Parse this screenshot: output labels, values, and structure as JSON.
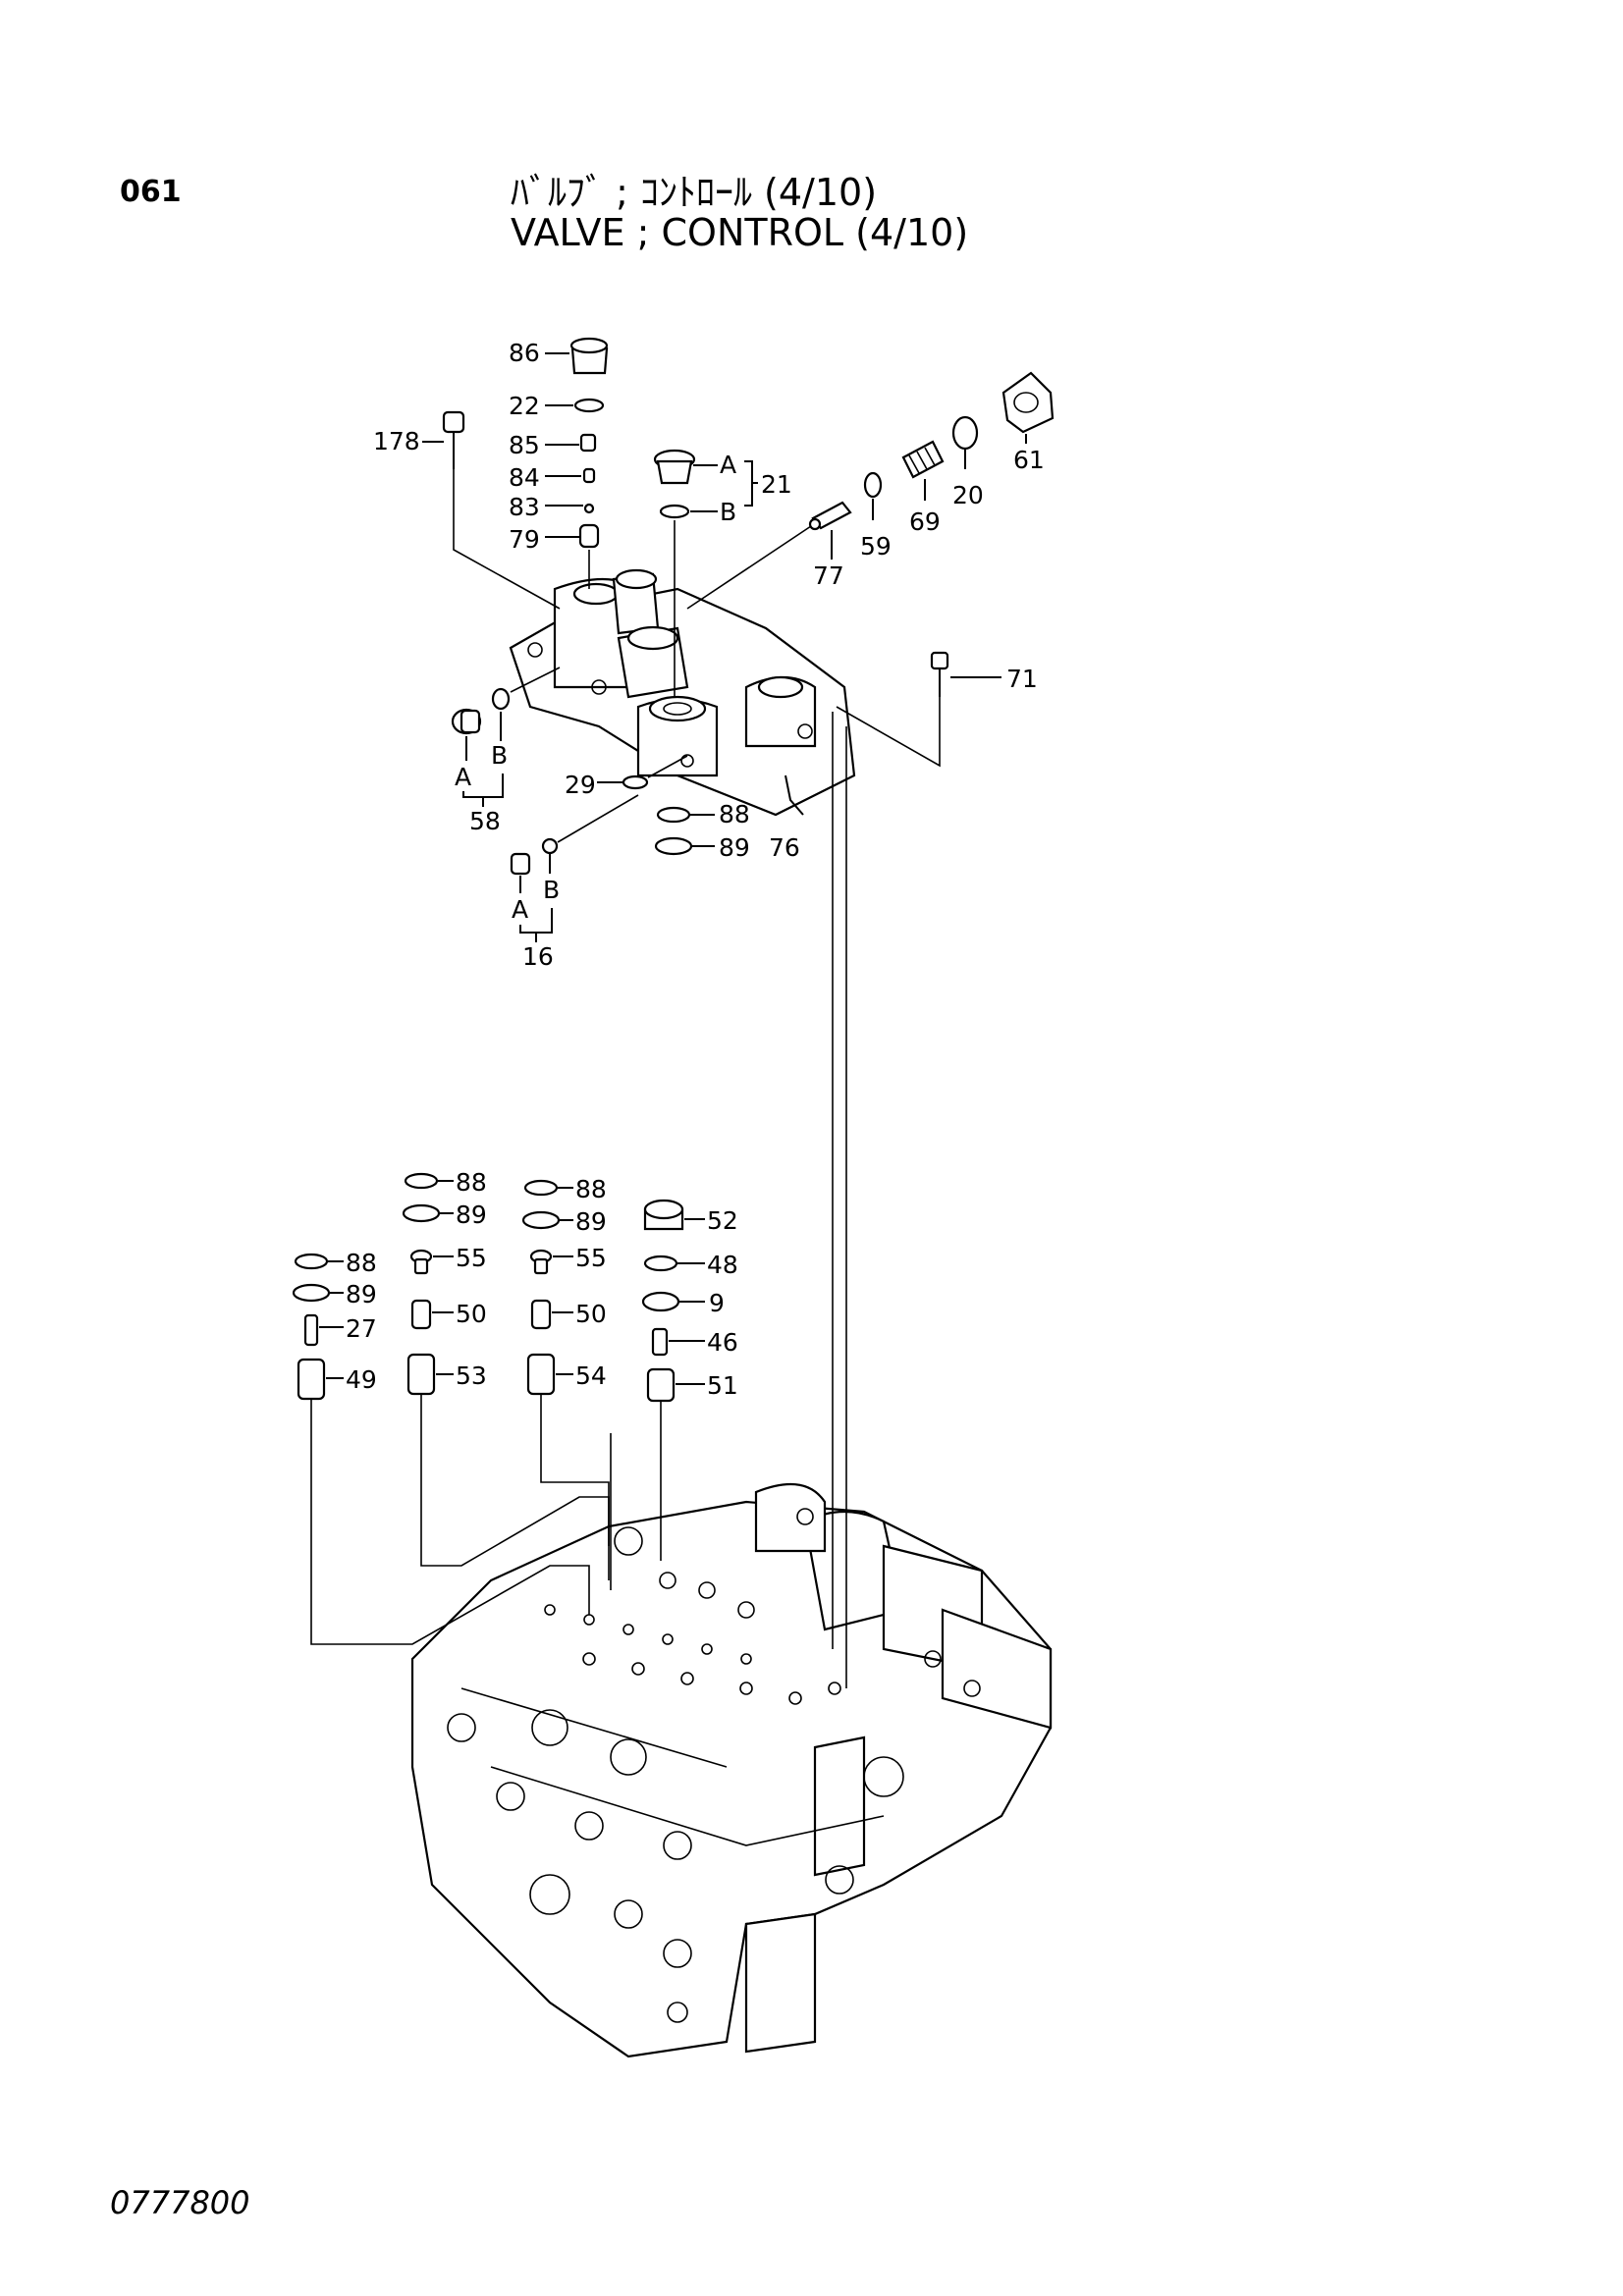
{
  "header": {
    "page_code": "061",
    "title_jp": "ﾊﾞﾙﾌﾞ ; ｺﾝﾄﾛｰﾙ (4/10)",
    "title_en": "VALVE ; CONTROL (4/10)"
  },
  "footer": {
    "drawing_number": "0777800"
  },
  "callouts": {
    "p86": "86",
    "p22": "22",
    "p178": "178",
    "p85": "85",
    "p84": "84",
    "p83": "83",
    "p79": "79",
    "a21": "A",
    "b21": "B",
    "p21": "21",
    "p77": "77",
    "p59": "59",
    "p69": "69",
    "p20": "20",
    "p61": "61",
    "p71": "71",
    "a58": "A",
    "b58": "B",
    "p58": "58",
    "p29": "29",
    "p88_top": "88",
    "p89_top": "89",
    "p76": "76",
    "a16": "A",
    "b16": "B",
    "p16": "16",
    "c1_88": "88",
    "c1_89": "89",
    "c1_27": "27",
    "c1_49": "49",
    "c2_88": "88",
    "c2_89": "89",
    "c2_55": "55",
    "c2_50": "50",
    "c2_53": "53",
    "c3_88": "88",
    "c3_89": "89",
    "c3_55": "55",
    "c3_50": "50",
    "c3_54": "54",
    "c4_52": "52",
    "c4_48": "48",
    "c4_9": "9",
    "c4_46": "46",
    "c4_51": "51"
  }
}
